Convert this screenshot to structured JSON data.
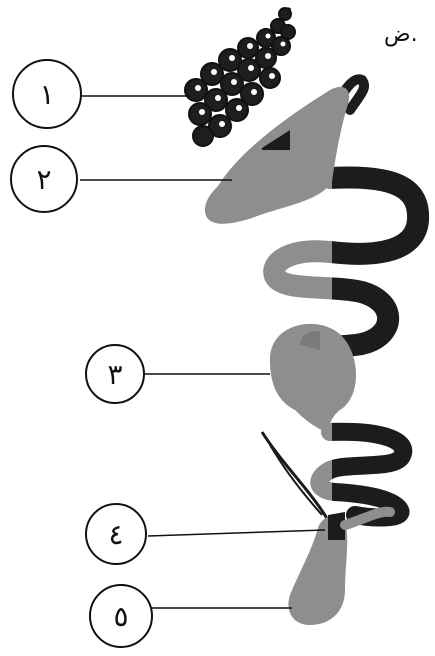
{
  "corner_text": "ض.",
  "labels": [
    {
      "id": "1",
      "text": "١"
    },
    {
      "id": "2",
      "text": "٢"
    },
    {
      "id": "3",
      "text": "٣"
    },
    {
      "id": "4",
      "text": "٤"
    },
    {
      "id": "5",
      "text": "٥"
    }
  ],
  "colors": {
    "tissue_gray": "#8e8e8e",
    "tissue_dark": "#1c1c1c",
    "outline": "#222222"
  }
}
